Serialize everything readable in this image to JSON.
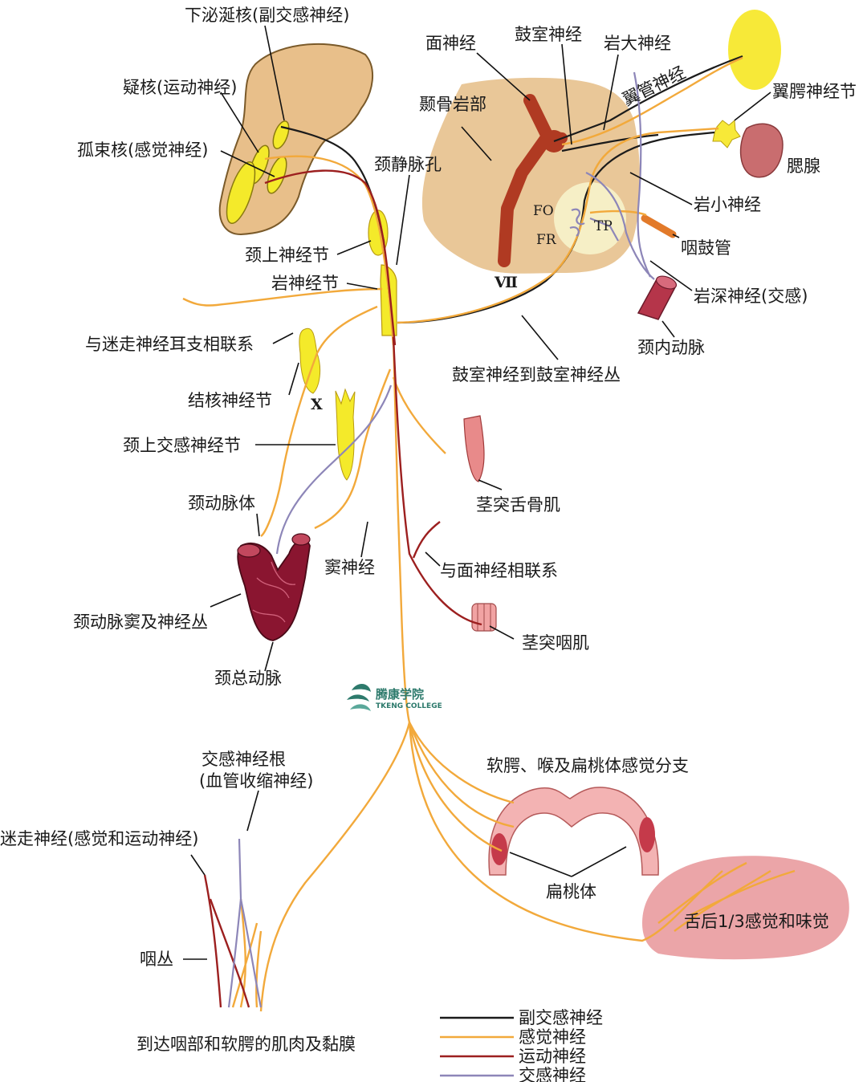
{
  "labels": {
    "inferior_salivatory": "下泌涎核(副交感神经)",
    "nucleus_ambiguus": "疑核(运动神经)",
    "solitary_nucleus": "孤束核(感觉神经)",
    "jugular_foramen": "颈静脉孔",
    "superior_ganglion": "颈上神经节",
    "petrosal_ganglion": "岩神经节",
    "facial_nerve": "面神经",
    "tympanic_nerve_top": "鼓室神经",
    "greater_petrosal": "岩大神经",
    "pterygoid_canal": "翼管神经",
    "pterygopalatine_ganglion": "翼腭神经节",
    "petrous_temporal": "颞骨岩部",
    "lacrimal_gland": "腮腺",
    "lesser_petrosal": "岩小神经",
    "fo": "FO",
    "fr": "FR",
    "tp": "TP",
    "eustachian_tube": "咽鼓管",
    "deep_petrosal": "岩深神经(交感)",
    "internal_carotid": "颈内动脉",
    "vii": "Ⅶ",
    "auricular_vagus": "与迷走神经耳支相联系",
    "tympanic_to_plexus": "鼓室神经到鼓室神经丛",
    "nodose_ganglion": "结核神经节",
    "x_label": "X",
    "superior_cervical_sympathetic": "颈上交感神经节",
    "stylohyoid": "茎突舌骨肌",
    "carotid_body": "颈动脉体",
    "sinus_nerve": "窦神经",
    "facial_connection": "与面神经相联系",
    "carotid_sinus_plexus": "颈动脉窦及神经丛",
    "stylopharyngeus": "茎突咽肌",
    "common_carotid": "颈总动脉",
    "sympathetic_root_1": "交感神经根",
    "sympathetic_root_2": "(血管收缩神经)",
    "soft_palate_branches": "软腭、喉及扁桃体感觉分支",
    "vagus": "迷走神经(感觉和运动神经)",
    "tonsil": "扁桃体",
    "tongue_posterior": "舌后1/3感觉和味觉",
    "pharyngeal_plexus": "咽丛",
    "destination": "到达咽部和软腭的肌肉及黏膜"
  },
  "legend": [
    {
      "label": "副交感神经",
      "color": "#1b1b1b"
    },
    {
      "label": "感觉神经",
      "color": "#f2a93b"
    },
    {
      "label": "运动神经",
      "color": "#9c1f1f"
    },
    {
      "label": "交感神经",
      "color": "#8d86b8"
    }
  ],
  "watermark": {
    "cn": "腾康学院",
    "en": "TKENG COLLEGE"
  }
}
